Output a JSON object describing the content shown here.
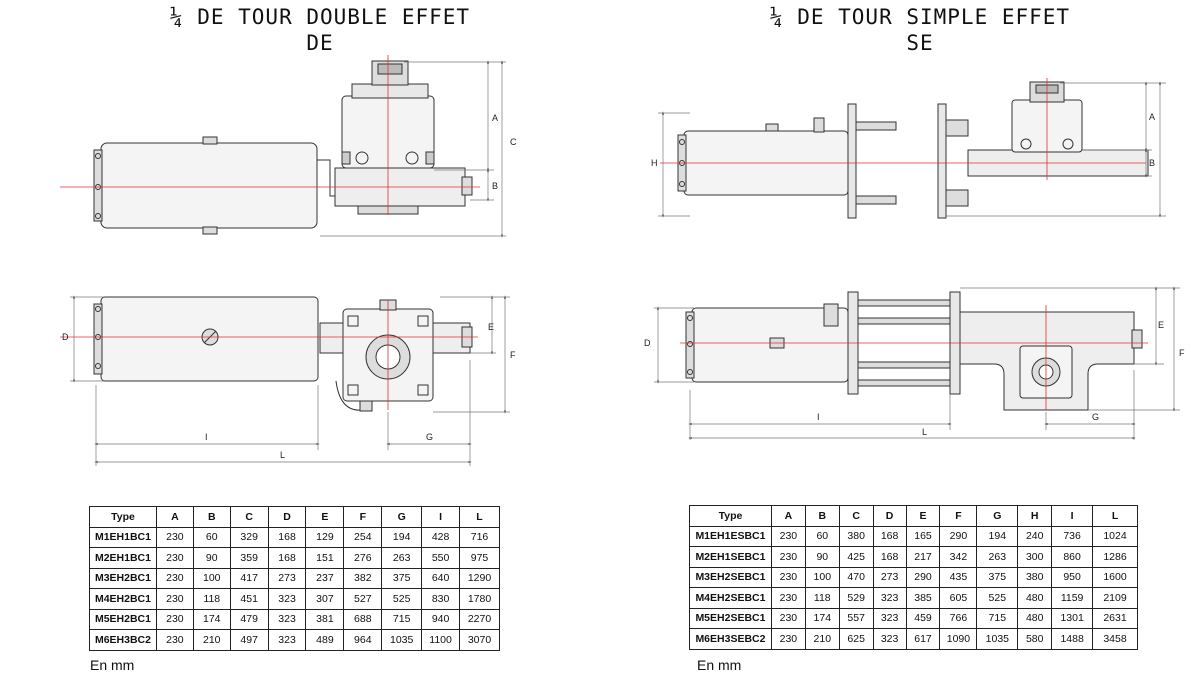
{
  "titles": {
    "de": {
      "line1": "¼ DE TOUR  DOUBLE EFFET",
      "line2": "DE"
    },
    "se": {
      "line1": "¼ DE TOUR  SIMPLE EFFET",
      "line2": "SE"
    }
  },
  "dimension_labels": {
    "de": {
      "A": "A",
      "B": "B",
      "C": "C",
      "D": "D",
      "E": "E",
      "F": "F",
      "G": "G",
      "I": "I",
      "L": "L"
    },
    "se": {
      "A": "A",
      "B": "B",
      "D": "D",
      "E": "E",
      "F": "F",
      "G": "G",
      "H": "H",
      "I": "I",
      "L": "L"
    }
  },
  "table_de": {
    "headers": [
      "Type",
      "A",
      "B",
      "C",
      "D",
      "E",
      "F",
      "G",
      "I",
      "L"
    ],
    "rows": [
      [
        "M1EH1BC1",
        "230",
        "60",
        "329",
        "168",
        "129",
        "254",
        "194",
        "428",
        "716"
      ],
      [
        "M2EH1BC1",
        "230",
        "90",
        "359",
        "168",
        "151",
        "276",
        "263",
        "550",
        "975"
      ],
      [
        "M3EH2BC1",
        "230",
        "100",
        "417",
        "273",
        "237",
        "382",
        "375",
        "640",
        "1290"
      ],
      [
        "M4EH2BC1",
        "230",
        "118",
        "451",
        "323",
        "307",
        "527",
        "525",
        "830",
        "1780"
      ],
      [
        "M5EH2BC1",
        "230",
        "174",
        "479",
        "323",
        "381",
        "688",
        "715",
        "940",
        "2270"
      ],
      [
        "M6EH3BC2",
        "230",
        "210",
        "497",
        "323",
        "489",
        "964",
        "1035",
        "1100",
        "3070"
      ]
    ]
  },
  "table_se": {
    "headers": [
      "Type",
      "A",
      "B",
      "C",
      "D",
      "E",
      "F",
      "G",
      "H",
      "I",
      "L"
    ],
    "rows": [
      [
        "M1EH1ESBC1",
        "230",
        "60",
        "380",
        "168",
        "165",
        "290",
        "194",
        "240",
        "736",
        "1024"
      ],
      [
        "M2EH1SEBC1",
        "230",
        "90",
        "425",
        "168",
        "217",
        "342",
        "263",
        "300",
        "860",
        "1286"
      ],
      [
        "M3EH2SEBC1",
        "230",
        "100",
        "470",
        "273",
        "290",
        "435",
        "375",
        "380",
        "950",
        "1600"
      ],
      [
        "M4EH2SEBC1",
        "230",
        "118",
        "529",
        "323",
        "385",
        "605",
        "525",
        "480",
        "1159",
        "2109"
      ],
      [
        "M5EH2SEBC1",
        "230",
        "174",
        "557",
        "323",
        "459",
        "766",
        "715",
        "480",
        "1301",
        "2631"
      ],
      [
        "M6EH3SEBC2",
        "230",
        "210",
        "625",
        "323",
        "617",
        "1090",
        "1035",
        "580",
        "1488",
        "3458"
      ]
    ]
  },
  "notes": {
    "de": "En mm",
    "se": "En mm"
  },
  "colors": {
    "line": "#333333",
    "axis": "#e03030",
    "dim": "#555555",
    "fill": "#f2f2f2"
  }
}
